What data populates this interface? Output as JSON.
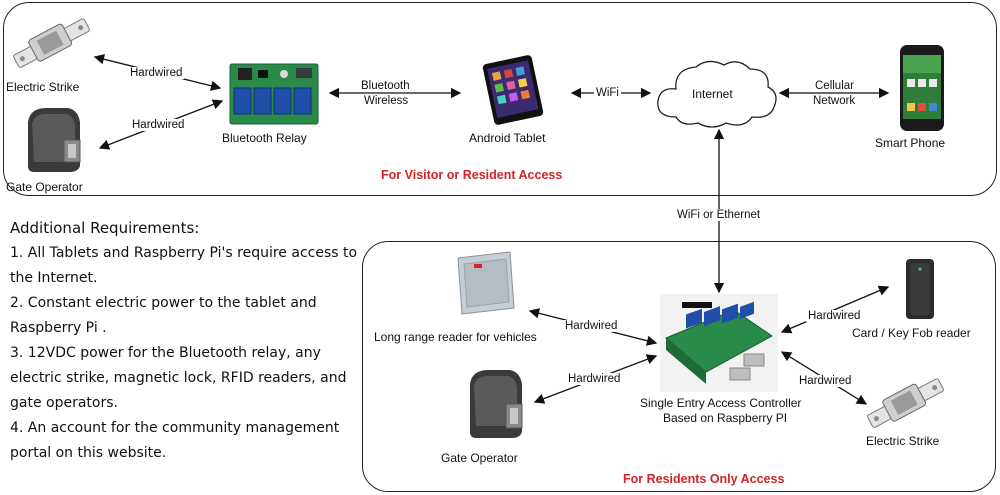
{
  "visitor_group": {
    "title": "For Visitor or Resident Access",
    "electric_strike": "Electric Strike",
    "gate_operator": "Gate Operator",
    "bluetooth_relay": "Bluetooth Relay",
    "android_tablet": "Android Tablet",
    "internet": "Internet",
    "smart_phone": "Smart Phone",
    "edge_hardwired_1": "Hardwired",
    "edge_hardwired_2": "Hardwired",
    "edge_bluetooth_1": "Bluetooth",
    "edge_bluetooth_2": "Wireless",
    "edge_wifi": "WiFi",
    "edge_cellular_1": "Cellular",
    "edge_cellular_2": "Network"
  },
  "link_label": "WiFi or Ethernet",
  "resident_group": {
    "title": "For Residents Only Access",
    "long_range_reader": "Long range reader for vehicles",
    "gate_operator": "Gate Operator",
    "controller_1": "Single Entry Access Controller",
    "controller_2": "Based on Raspberry PI",
    "card_reader": "Card / Key Fob reader",
    "electric_strike": "Electric Strike",
    "edge_hardwired_1": "Hardwired",
    "edge_hardwired_2": "Hardwired",
    "edge_hardwired_3": "Hardwired",
    "edge_hardwired_4": "Hardwired"
  },
  "requirements": {
    "heading": "Additional Requirements:",
    "items": [
      "1. All Tablets and Raspberry Pi's require access to the Internet.",
      "2. Constant electric power to the tablet and Raspberry Pi .",
      "3. 12VDC  power for the Bluetooth relay, any electric strike, magnetic lock, RFID readers, and gate operators.",
      "4. An account for the community management portal on this website."
    ]
  },
  "colors": {
    "title_red": "#d2232a",
    "border": "#222222",
    "relay_board": "#2a8a4a",
    "relay_block": "#1f4fa8"
  }
}
